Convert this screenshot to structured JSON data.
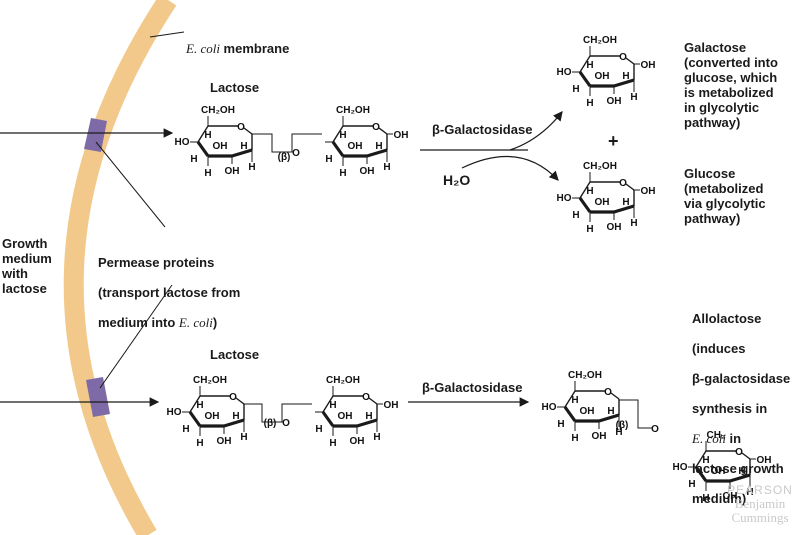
{
  "membrane": {
    "label_italic": "E. coli",
    "label_rest": " membrane"
  },
  "medium_label": "Growth\nmedium\nwith\nlactose",
  "permease_label": {
    "line1": "Permease proteins",
    "line2": "(transport lactose from",
    "line3_prefix": "medium into ",
    "line3_italic": "E. coli",
    "line3_suffix": ")"
  },
  "top_reaction": {
    "substrate": "Lactose",
    "enzyme": "β-Galactosidase",
    "cosubstrate": "H₂O",
    "plus": "+",
    "product1": "Galactose\n(converted into\nglucose, which\nis metabolized\nin glycolytic\npathway)",
    "product2": "Glucose\n(metabolized\nvia glycolytic\npathway)"
  },
  "bottom_reaction": {
    "substrate": "Lactose",
    "enzyme": "β-Galactosidase",
    "product_line1": "Allolactose",
    "product_line2": "(induces",
    "product_line3": "β-galactosidase",
    "product_line4": "synthesis in",
    "product_line5_italic": "E. coli",
    "product_line5_rest": " in",
    "product_line6": "lactose growth",
    "product_line7": "medium)"
  },
  "ring_atoms": {
    "ch2oh": "CH₂OH",
    "ch2": "CH₂",
    "o": "O",
    "oh": "OH",
    "ho": "HO",
    "h": "H",
    "beta": "(β)"
  },
  "watermark": {
    "line1": "PEARSON",
    "line2": "Benjamin",
    "line3": "Cummings"
  },
  "colors": {
    "membrane": "#f2c98a",
    "permease": "#7e6aa6",
    "line": "#1a1a1a",
    "watermark": "#c9c9c9"
  }
}
